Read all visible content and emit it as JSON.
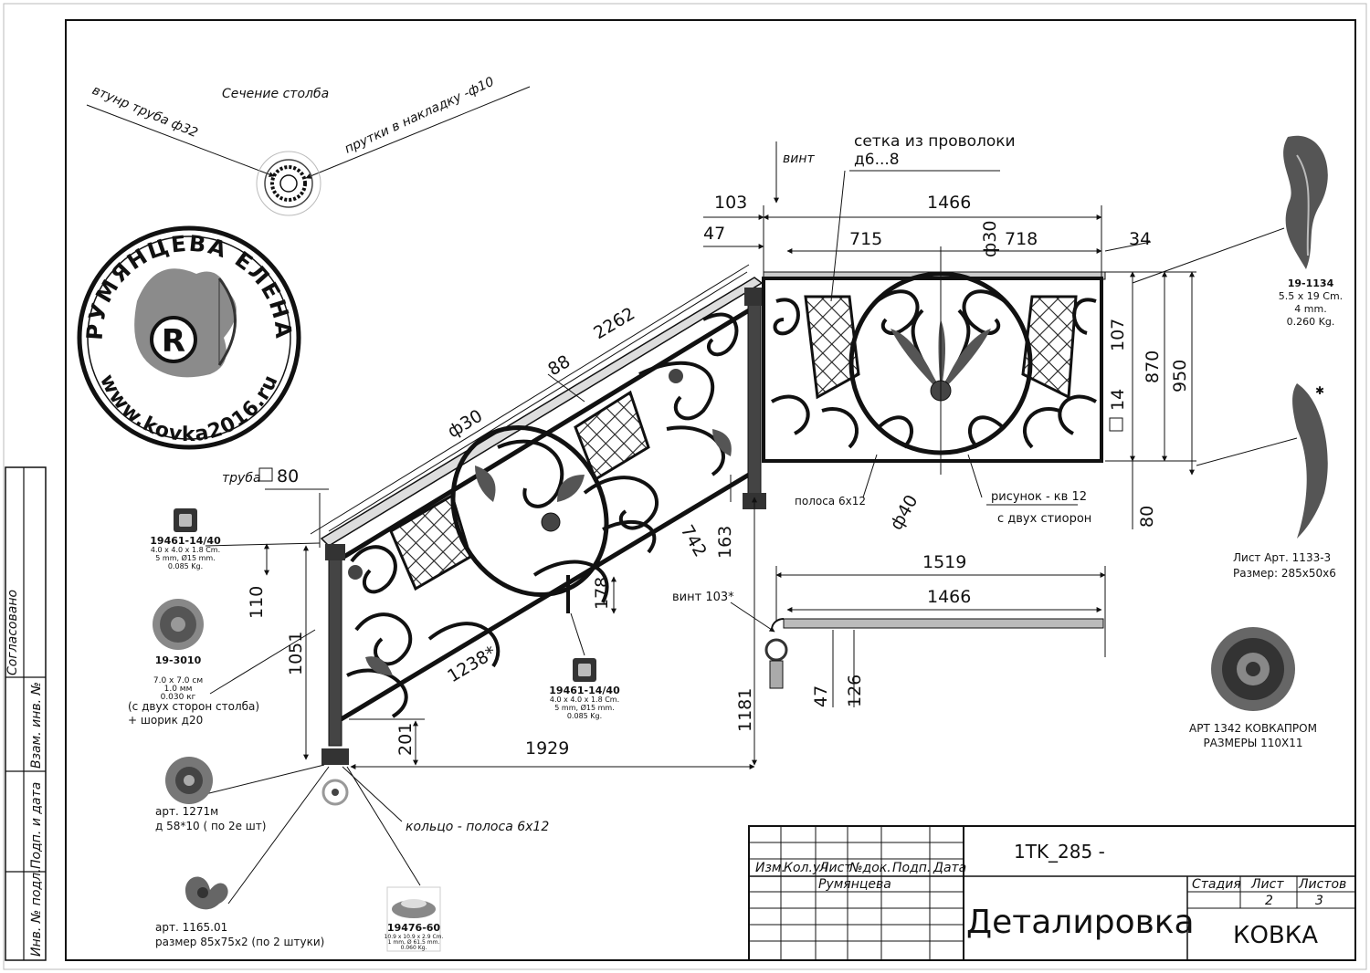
{
  "section": {
    "title": "Сечение столба",
    "insert_pipe": "втунр труба ф32",
    "rods": "прутки в накладку -ф10"
  },
  "stamp": {
    "top_text": "РУМЯНЦЕВА ЕЛЕНА",
    "bottom_text": "www.kovka2016.ru",
    "logo_letter": "R"
  },
  "stair": {
    "pipe_label": "труба",
    "pipe_size": "80",
    "d_2262": "2262",
    "d_88": "88",
    "d_30": "ф30",
    "d_742": "742",
    "d_163": "163",
    "d_178": "178",
    "d_1238": "1238*",
    "d_110": "110",
    "d_1051": "1051",
    "d_1181": "1181",
    "d_201": "201",
    "d_1929": "1929",
    "ring_note": "кольцо  - полоса 6х12"
  },
  "landing": {
    "screw": "винт",
    "mesh_note_1": "сетка из проволоки",
    "mesh_note_2": "д6...8",
    "d_103": "103",
    "d_47": "47",
    "d_1466": "1466",
    "d_715": "715",
    "d_30": "ф30",
    "d_718": "718",
    "d_34": "34",
    "d_107": "107",
    "d_870": "870",
    "d_950": "950",
    "d_14": "14",
    "d_80": "80",
    "strip_note": "полоса 6х12",
    "d_40": "ф40",
    "pattern_note_1": "рисунок - кв 12",
    "pattern_note_2": "с двух стиорон"
  },
  "plan": {
    "screw": "винт 103*",
    "d_1519": "1519",
    "d_1466": "1466",
    "d_47": "47",
    "d_126": "126"
  },
  "parts": [
    {
      "name": "19461-14/40",
      "lines": [
        "4.0 x 4.0 x 1.8 Cm.",
        "5 mm, Ø15 mm.",
        "0.085 Kg."
      ]
    },
    {
      "name": "19-3010",
      "lines": [
        "7.0 x 7.0 см",
        "1.0 мм",
        "0.030 кг"
      ],
      "extra_1": "(с двух сторон столба)",
      "extra_2": "+ шорик д20"
    },
    {
      "name": "арт. 1271м",
      "lines": [
        "д 58*10 (  по 2е шт)"
      ]
    },
    {
      "name": "арт. 1165.01",
      "lines": [
        "размер 85х75х2  (по 2 штуки)"
      ]
    },
    {
      "name": "19476-60",
      "lines": [
        "10.9 x 10.9 x 2.9 Cm.",
        "1 mm, Ø 61.5 mm.",
        "0.060 Kg."
      ]
    },
    {
      "name": "19461-14/40",
      "lines": [
        "4.0 x 4.0 x 1.8 Cm.",
        "5 mm, Ø15 mm.",
        "0.085 Kg."
      ]
    },
    {
      "name": "19-1134",
      "lines": [
        "5.5 x 19 Cm.",
        "4 mm.",
        "0.260 Kg."
      ]
    },
    {
      "name": "Лист Арт. 1133-3",
      "lines": [
        "Размер:    285х50х6"
      ]
    },
    {
      "name": "АРТ 1342  КОВКАПРОМ",
      "lines": [
        "РАЗМЕРЫ  110Х11"
      ]
    }
  ],
  "side_labels": [
    "Согласовано",
    "Взам. инв. №",
    "Подп. и дата",
    "Инв. № подл."
  ],
  "title_block": {
    "code": "1TK_285 - ",
    "cols": [
      "Изм.",
      "Кол.уч",
      "Лист",
      "№док.",
      "Подп.",
      "Дата"
    ],
    "author": "Румянцева",
    "drawing_name": "Деталировка",
    "stage_label": "Стадия",
    "sheet_label": "Лист",
    "sheets_label": "Листов",
    "sheet_no": "2",
    "sheets_total": "3",
    "org": "КОВКА"
  },
  "colors": {
    "line": "#111111",
    "metal": "#2a2a2a",
    "grey": "#8a8a8a"
  }
}
